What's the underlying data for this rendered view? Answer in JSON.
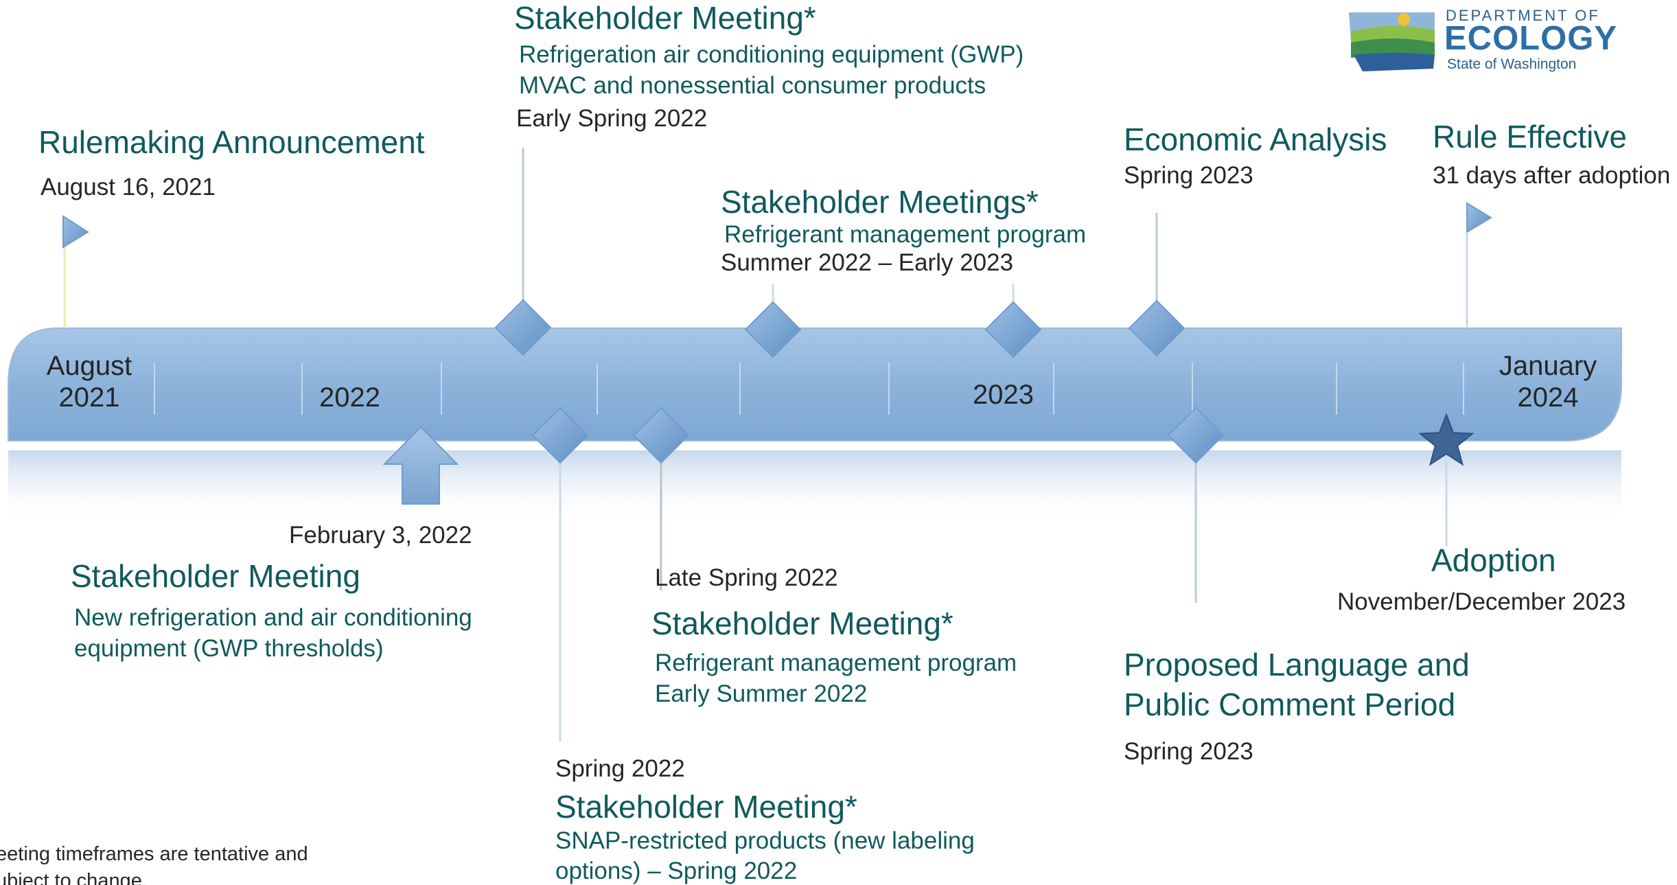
{
  "logo": {
    "line1": "DEPARTMENT OF",
    "line2": "ECOLOGY",
    "line3": "State of Washington"
  },
  "axis": {
    "start": {
      "line1": "August",
      "line2": "2021"
    },
    "year_2022": "2022",
    "year_2023": "2023",
    "end": {
      "line1": "January",
      "line2": "2024"
    }
  },
  "events": {
    "rulemaking": {
      "title": "Rulemaking Announcement",
      "date": "August 16, 2021",
      "marker": "flag"
    },
    "feb_meeting": {
      "title": "Stakeholder Meeting",
      "date": "February 3, 2022",
      "detail_1": "New refrigeration and air conditioning",
      "detail_2": "equipment (GWP thresholds)",
      "marker": "arrow"
    },
    "early_spring_meeting": {
      "title": "Stakeholder Meeting*",
      "detail_1": "Refrigeration air conditioning equipment (GWP)",
      "detail_2": "MVAC and nonessential consumer products",
      "date": "Early Spring 2022",
      "marker": "diamond"
    },
    "spring_meeting": {
      "date": "Spring 2022",
      "title": "Stakeholder Meeting*",
      "detail_1": "SNAP-restricted products (new labeling",
      "detail_2": "options) – Spring 2022",
      "marker": "diamond"
    },
    "late_spring_meeting": {
      "date": "Late Spring 2022",
      "title": "Stakeholder Meeting*",
      "detail_1": "Refrigerant management program",
      "detail_2": "Early Summer 2022",
      "marker": "diamond"
    },
    "summer_meetings": {
      "title": "Stakeholder Meetings*",
      "detail_1": "Refrigerant management program",
      "date": "Summer 2022 – Early 2023",
      "marker": "diamond"
    },
    "economic_analysis": {
      "title": "Economic Analysis",
      "date": "Spring 2023",
      "marker": "diamond"
    },
    "proposed_language": {
      "title_1": "Proposed Language and",
      "title_2": "Public Comment Period",
      "date": "Spring 2023",
      "marker": "diamond"
    },
    "adoption": {
      "title": "Adoption",
      "date": "November/December 2023",
      "marker": "star"
    },
    "rule_effective": {
      "title": "Rule Effective",
      "date": "31 days after adoption",
      "marker": "flag"
    }
  },
  "footnote": {
    "line1": "eeting timeframes are tentative and",
    "line2": "ubject to change."
  },
  "colors": {
    "heading": "#0f5a5c",
    "date_text": "#262626",
    "bar": "#8fb4d9",
    "marker": "#6f9ccf",
    "star": "#3a5f8e"
  }
}
